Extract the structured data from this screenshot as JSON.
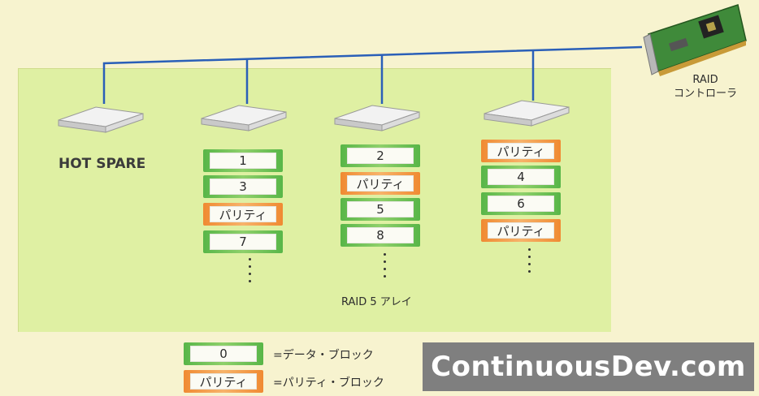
{
  "hot_spare_label": "HOT SPARE",
  "controller": {
    "line1": "RAID",
    "line2": "コントローラ"
  },
  "array_label": "RAID 5 アレイ",
  "disks": [
    {
      "blocks": [
        {
          "text": "1",
          "kind": "data"
        },
        {
          "text": "3",
          "kind": "data"
        },
        {
          "text": "パリティ",
          "kind": "parity"
        },
        {
          "text": "7",
          "kind": "data"
        }
      ]
    },
    {
      "blocks": [
        {
          "text": "2",
          "kind": "data"
        },
        {
          "text": "パリティ",
          "kind": "parity"
        },
        {
          "text": "5",
          "kind": "data"
        },
        {
          "text": "8",
          "kind": "data"
        }
      ]
    },
    {
      "blocks": [
        {
          "text": "パリティ",
          "kind": "parity"
        },
        {
          "text": "4",
          "kind": "data"
        },
        {
          "text": "6",
          "kind": "data"
        },
        {
          "text": "パリティ",
          "kind": "parity"
        }
      ]
    }
  ],
  "legend": {
    "data_sample": "0",
    "data_text": "=データ・ブロック",
    "parity_sample": "パリティ",
    "parity_text": "=パリティ・ブロック"
  },
  "watermark": "ContinuousDev.com",
  "colors": {
    "data": "#58b648",
    "parity": "#f08a32",
    "bus": "#2a5fb8",
    "panel": "#dff0a3"
  }
}
